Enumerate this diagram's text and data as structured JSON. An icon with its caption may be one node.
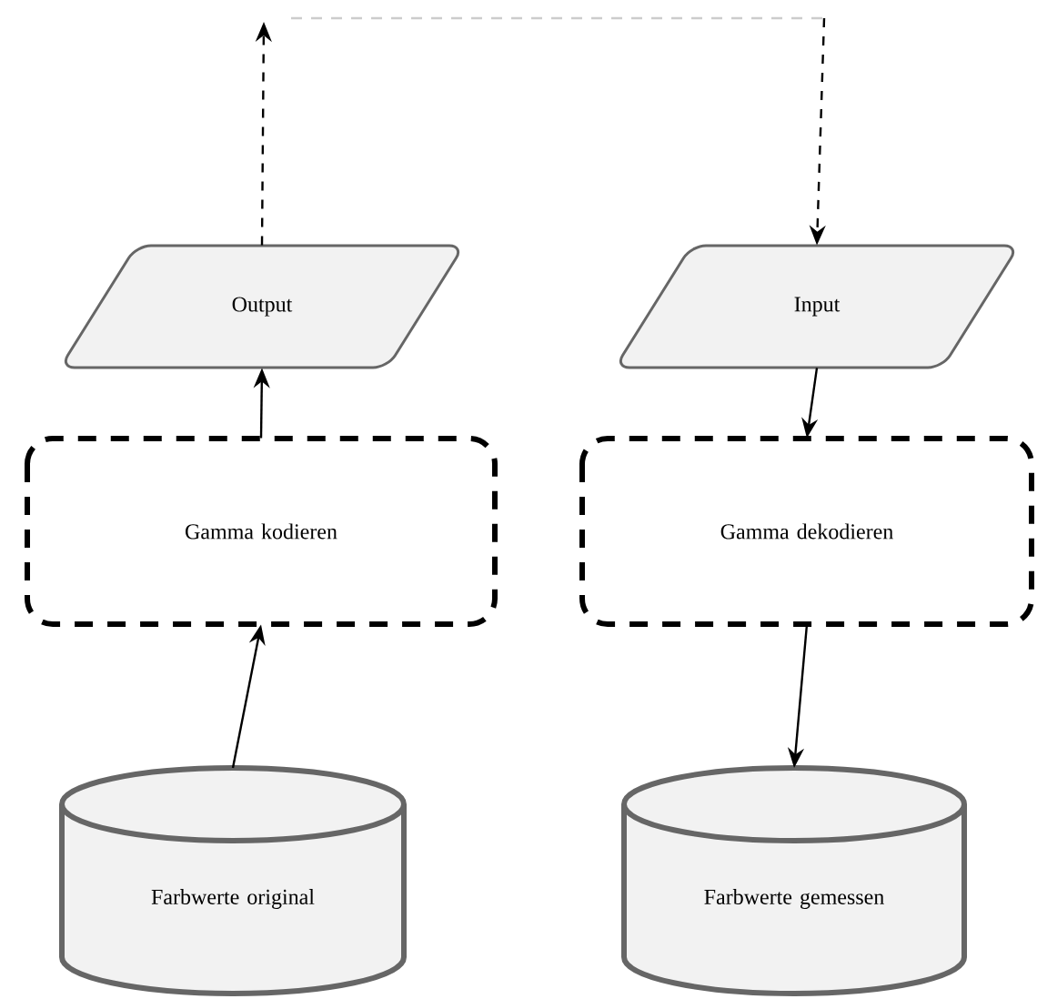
{
  "diagram": {
    "nodes": [
      {
        "text": [
          "Output"
        ]
      },
      {
        "text": [
          "Input"
        ]
      },
      {
        "text": [
          "Gamma kodieren"
        ]
      },
      {
        "text": [
          "Gamma dekodieren"
        ]
      },
      {
        "text": [
          "Farbwerte original"
        ]
      },
      {
        "text": [
          "Farbwerte gemessen"
        ]
      }
    ],
    "edges": [
      {
        "from": 4,
        "to": 2,
        "arrow": "to"
      },
      {
        "from": 2,
        "to": 0,
        "arrow": "to"
      },
      {
        "from": 0,
        "to": null,
        "arrow": "to",
        "style": "dashed"
      },
      {
        "from": null,
        "to": 1,
        "arrow": "to",
        "style": "dashed"
      },
      {
        "from": 1,
        "to": 3,
        "arrow": "to"
      },
      {
        "from": 3,
        "to": 5,
        "arrow": "to"
      }
    ]
  }
}
